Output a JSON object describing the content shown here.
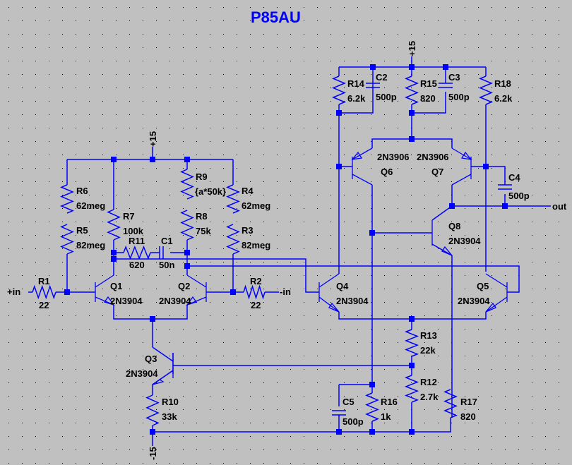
{
  "title": "P85AU",
  "colors": {
    "wire": "#0000ff",
    "background": "#c0c0c0",
    "title": "#0000ff",
    "label": "#000000"
  },
  "nets": {
    "vpos_left": "+15",
    "vpos_right": "+15",
    "vneg": "-15",
    "in_pos": "+in",
    "in_neg": "-in",
    "out": "out"
  },
  "components": {
    "R1": {
      "name": "R1",
      "value": "22"
    },
    "R2": {
      "name": "R2",
      "value": "22"
    },
    "R3": {
      "name": "R3",
      "value": "82meg"
    },
    "R4": {
      "name": "R4",
      "value": "62meg"
    },
    "R5": {
      "name": "R5",
      "value": "82meg"
    },
    "R6": {
      "name": "R6",
      "value": "62meg"
    },
    "R7": {
      "name": "R7",
      "value": "100k"
    },
    "R8": {
      "name": "R8",
      "value": "75k"
    },
    "R9": {
      "name": "R9",
      "value": "{a*50k}"
    },
    "R10": {
      "name": "R10",
      "value": "33k"
    },
    "R11": {
      "name": "R11",
      "value": "620"
    },
    "R12": {
      "name": "R12",
      "value": "2.7k"
    },
    "R13": {
      "name": "R13",
      "value": "22k"
    },
    "R14": {
      "name": "R14",
      "value": "6.2k"
    },
    "R15": {
      "name": "R15",
      "value": "820"
    },
    "R16": {
      "name": "R16",
      "value": "1k"
    },
    "R17": {
      "name": "R17",
      "value": "820"
    },
    "R18": {
      "name": "R18",
      "value": "6.2k"
    },
    "C1": {
      "name": "C1",
      "value": "50n"
    },
    "C2": {
      "name": "C2",
      "value": "500p"
    },
    "C3": {
      "name": "C3",
      "value": "500p"
    },
    "C4": {
      "name": "C4",
      "value": "500p"
    },
    "C5": {
      "name": "C5",
      "value": "500p"
    },
    "Q1": {
      "name": "Q1",
      "model": "2N3904"
    },
    "Q2": {
      "name": "Q2",
      "model": "2N3904"
    },
    "Q3": {
      "name": "Q3",
      "model": "2N3904"
    },
    "Q4": {
      "name": "Q4",
      "model": "2N3904"
    },
    "Q5": {
      "name": "Q5",
      "model": "2N3904"
    },
    "Q6": {
      "name": "Q6",
      "model": "2N3906"
    },
    "Q7": {
      "name": "Q7",
      "model": "2N3906"
    },
    "Q8": {
      "name": "Q8",
      "model": "2N3904"
    }
  }
}
